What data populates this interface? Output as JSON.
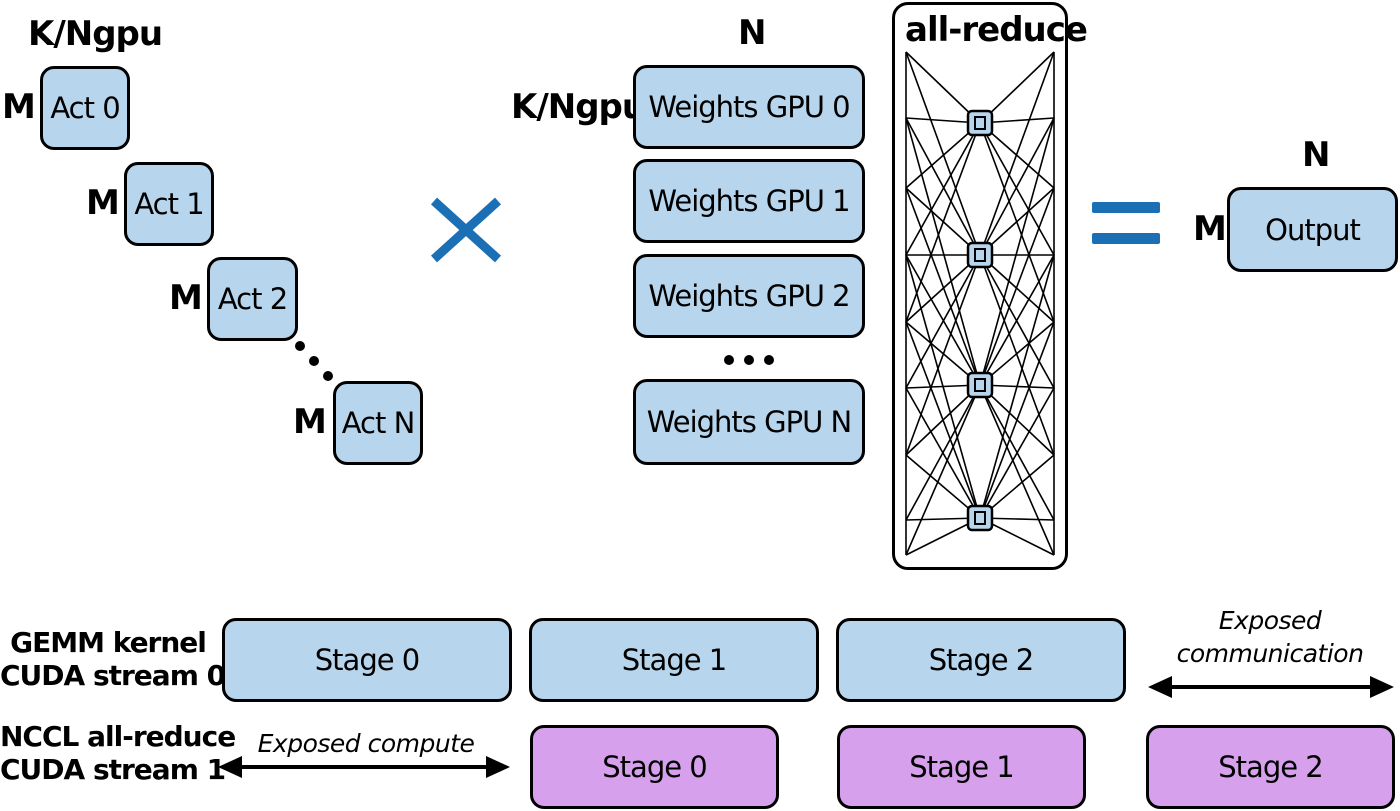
{
  "labels": {
    "k_ngpu_top": "K/Ngpu",
    "n_weights": "N",
    "k_ngpu_weights": "K/Ngpu",
    "n_output": "N",
    "m": "M",
    "all_reduce": "all-reduce"
  },
  "activations": [
    "Act 0",
    "Act 1",
    "Act 2",
    "Act N"
  ],
  "weights": [
    "Weights GPU 0",
    "Weights GPU 1",
    "Weights GPU 2",
    "Weights GPU N"
  ],
  "output": "Output",
  "streams": {
    "gemm": {
      "label_line1": "GEMM kernel",
      "label_line2": "CUDA stream 0",
      "stages": [
        "Stage 0",
        "Stage 1",
        "Stage 2"
      ]
    },
    "nccl": {
      "label_line1": "NCCL all-reduce",
      "label_line2": "CUDA stream 1",
      "stages": [
        "Stage 0",
        "Stage 1",
        "Stage 2"
      ]
    }
  },
  "annotations": {
    "exposed_compute": "Exposed compute",
    "exposed_communication_line1": "Exposed",
    "exposed_communication_line2": "communication"
  },
  "colors": {
    "compute_box": "#b7d5ec",
    "nccl_box": "#d6a0ec",
    "operator_blue": "#1a6fb5"
  },
  "icons": {
    "multiply": "multiply-icon",
    "equals": "equals-icon",
    "gpu_node": "gpu-chip-icon"
  }
}
